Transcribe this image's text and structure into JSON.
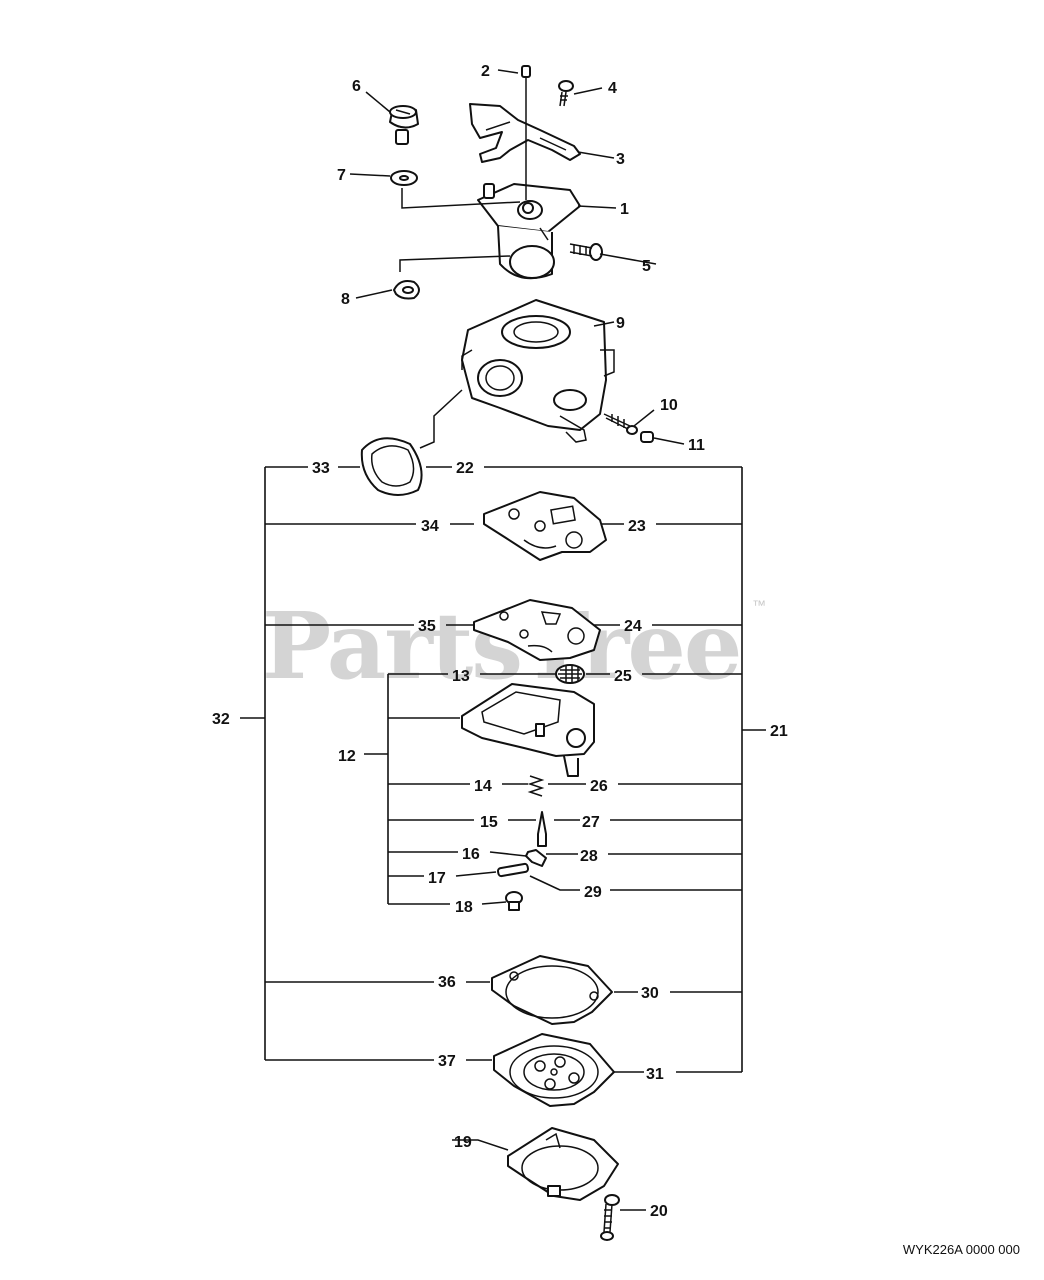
{
  "watermark": {
    "text": "PartsTree",
    "trademark": "™"
  },
  "drawing_code": "WYK226A 0000 000",
  "callouts": {
    "n1": "1",
    "n2": "2",
    "n3": "3",
    "n4": "4",
    "n5": "5",
    "n6": "6",
    "n7": "7",
    "n8": "8",
    "n9": "9",
    "n10": "10",
    "n11": "11",
    "n12": "12",
    "n13": "13",
    "n14": "14",
    "n15": "15",
    "n16": "16",
    "n17": "17",
    "n18": "18",
    "n19": "19",
    "n20": "20",
    "n21": "21",
    "n22": "22",
    "n23": "23",
    "n24": "24",
    "n25": "25",
    "n26": "26",
    "n27": "27",
    "n28": "28",
    "n29": "29",
    "n30": "30",
    "n31": "31",
    "n32": "32",
    "n33": "33",
    "n34": "34",
    "n35": "35",
    "n36": "36",
    "n37": "37"
  }
}
